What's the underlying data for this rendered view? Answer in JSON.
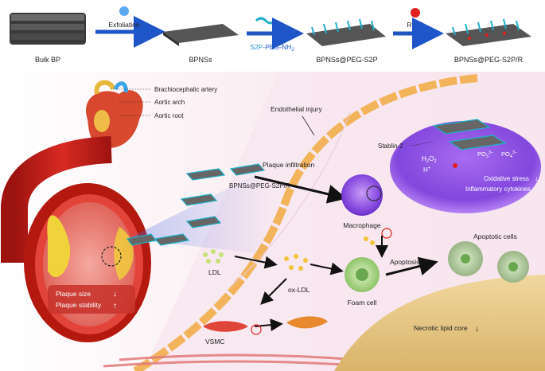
{
  "synthesis": {
    "bulk_bp": "Bulk BP",
    "exfoliation": "Exfoliation",
    "bpns": "BPNSs",
    "s2p_prefix": "S2P",
    "peg_suffix": "-PEG-NH",
    "nh2_sub": "2",
    "bpns_peg": "BPNSs@PEG-S2P",
    "rvd1": "RvD1",
    "bpns_peg_r": "BPNSs@PEG-S2P/R"
  },
  "heart_labels": {
    "brachiocephalic": "Brachiocephalic artery",
    "aortic_arch": "Aortic arch",
    "aortic_root": "Aortic root"
  },
  "vessel": {
    "plaque_size": "Plaque size",
    "plaque_stability": "Plaque stability",
    "down_arrow": "↓",
    "up_arrow": "↑"
  },
  "mechanism": {
    "endothelial_injury": "Endothelial injury",
    "stablin": "Stablin-2",
    "plaque_infiltration": "Plaque infiltration",
    "nanosheet_label": "BPNSs@PEG-S2P/R",
    "h2o2": "H",
    "h2o2_sub1": "2",
    "h2o2_mid": "O",
    "h2o2_sub2": "2",
    "hplus": "H",
    "hplus_sup": "+",
    "po3": "PO",
    "po3_sub": "3",
    "po3_sup": "3−",
    "po4": "PO",
    "po4_sub": "4",
    "po4_sup": "3−",
    "oxidative": "Oxidative stress",
    "oxidative_arrow": "↓",
    "inflammatory": "Inflammatory cytokines",
    "inflammatory_arrow": "↓",
    "macrophage": "Macrophage",
    "ldl": "LDL",
    "ox_ldl": "ox-LDL",
    "vsmc": "VSMC",
    "foam_cell": "Foam cell",
    "apoptosis": "Apoptosis",
    "apoptotic_cells": "Apoptotic cells",
    "necrotic_core": "Necrotic lipid core",
    "necrotic_arrow": "↓"
  },
  "colors": {
    "blue_arrow": "#1f56c7",
    "artery_red": "#c8201e",
    "plaque_yellow": "#f1d23a",
    "macrophage_purple": "#8a4fe0",
    "s2p_cyan": "#1fb0c8"
  }
}
